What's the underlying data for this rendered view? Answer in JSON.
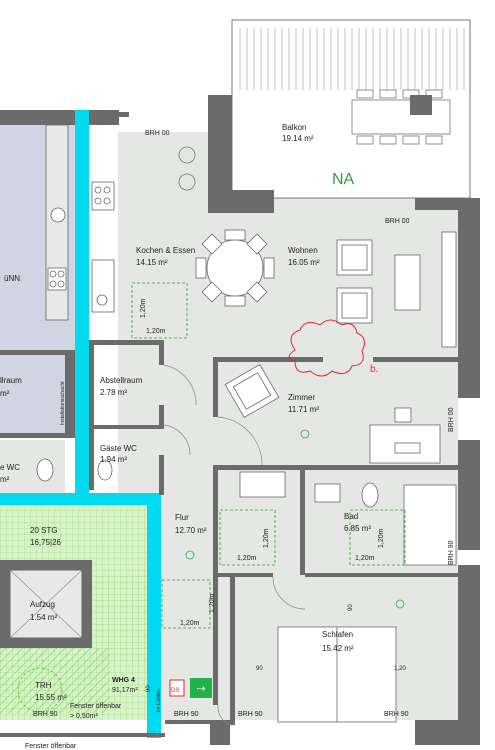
{
  "colors": {
    "wall": "#6b6b6b",
    "floor": "#e4e7e3",
    "shaft": "#00d9f0",
    "stair": "#d8f3c7",
    "hatch": "#5fbf3f",
    "cloud": "#e8282a",
    "na_text": "#2e9e3a",
    "escape_sign": "#22b14c",
    "blue_room": "#cfd4e3"
  },
  "labels": {
    "brh_top": "BRH 00",
    "brh_right": "BRH 00",
    "brh_side": "BRH 00",
    "brh_90_a": "BRH 90",
    "brh_90_b": "BRH 90",
    "brh_90_c": "BRH 90",
    "brh_90_d": "BRH 90",
    "brh_90_e": "BRH 90",
    "na": "NA",
    "cloud_mark": "b.",
    "install_shaft": "Installationsschacht",
    "window_note": "Fenster öffenbar",
    "window_note_2": "> 0,50m²",
    "window_bottom": "Fenster öffenbar",
    "unit": "WHG 4",
    "unit_area": "91,17m²",
    "in_lichten": "im Lichten",
    "ds_label": "DS",
    "dim_120_kitchen_v": "1,20m",
    "dim_120_kitchen_h": "1,20m",
    "dim_120_flur_v": "1,20m",
    "dim_120_flur_h": "1,20m",
    "dim_120_bad_v": "1,20m",
    "dim_120_bad_h": "1,20m",
    "dim_120_flur2_v": "1,20m",
    "dim_120_flur2_h": "1,20m",
    "dim_90_a": "90",
    "dim_90_b": "90",
    "dim_90_c": "90",
    "dim_120_bed": "1,20",
    "partial_gnn": "üNN",
    "partial_raum": "llraum",
    "partial_m2": "m²",
    "partial_wc": "e WC",
    "partial_m2_b": "m²"
  },
  "rooms": [
    {
      "name": "Balkon",
      "area": "19.14 m²"
    },
    {
      "name": "Kochen & Essen",
      "area": "14.15 m²"
    },
    {
      "name": "Wohnen",
      "area": "16.05 m²"
    },
    {
      "name": "Abstellraum",
      "area": "2.78 m²"
    },
    {
      "name": "Zimmer",
      "area": "11.71 m²"
    },
    {
      "name": "Gäste WC",
      "area": "1.94 m²"
    },
    {
      "name": "Flur",
      "area": "12.70 m²"
    },
    {
      "name": "Bad",
      "area": "6.85 m²"
    },
    {
      "name": "Schlafen",
      "area": "15.42 m²"
    },
    {
      "name": "20 STG",
      "area": "16,75|26"
    },
    {
      "name": "Aufzug",
      "area": "1.54 m²"
    },
    {
      "name": "TRH",
      "area": "15.55 m²"
    }
  ]
}
